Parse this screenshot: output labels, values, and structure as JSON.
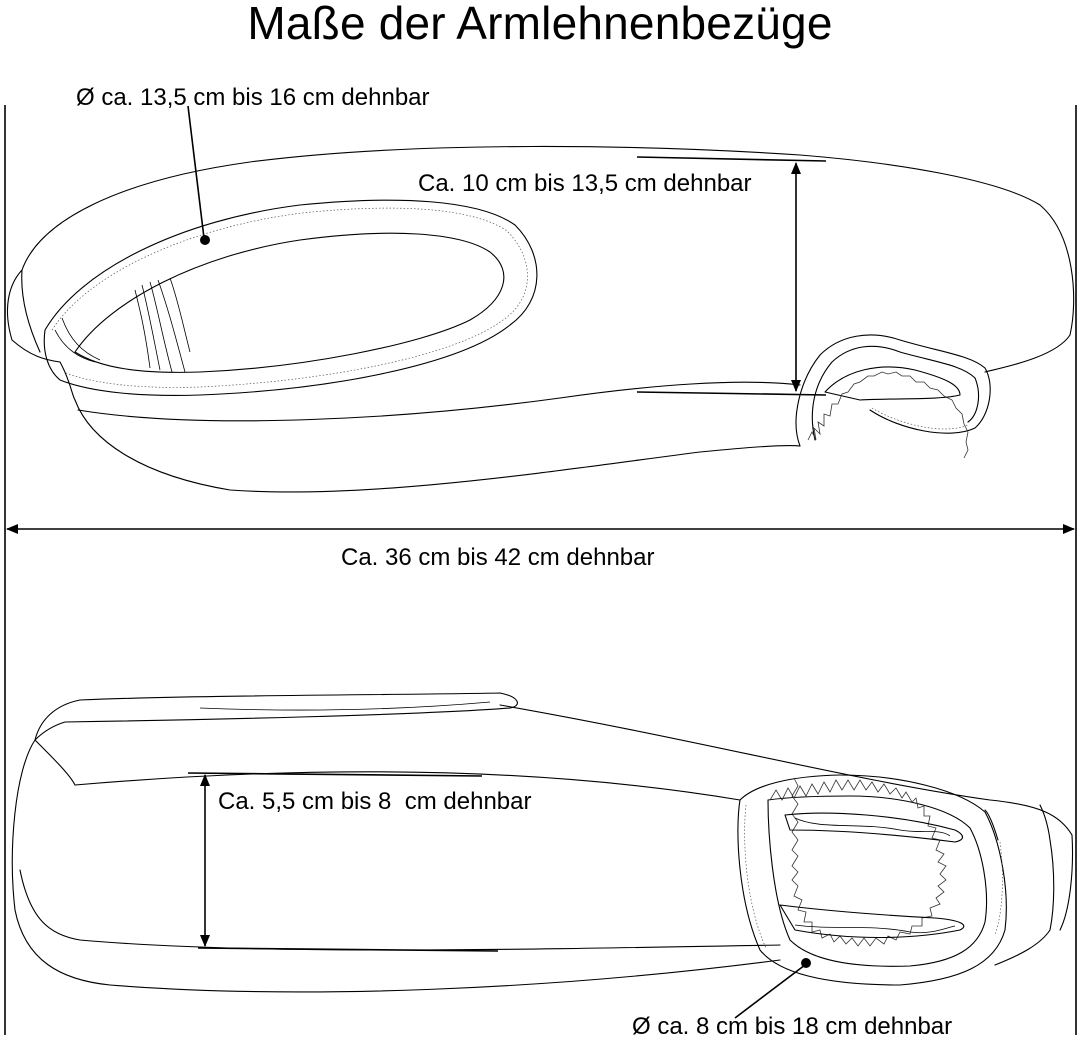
{
  "title": "Maße der Armlehnenbezüge",
  "labels": {
    "diameter_top": "Ø ca. 13,5 cm bis 16 cm dehnbar",
    "height_top": "Ca. 10 cm bis 13,5 cm dehnbar",
    "length": "Ca. 36 cm bis 42 cm dehnbar",
    "height_bottom": "Ca. 5,5 cm bis 8  cm dehnbar",
    "diameter_bottom": "Ø ca. 8 cm bis 18 cm dehnbar"
  }
}
